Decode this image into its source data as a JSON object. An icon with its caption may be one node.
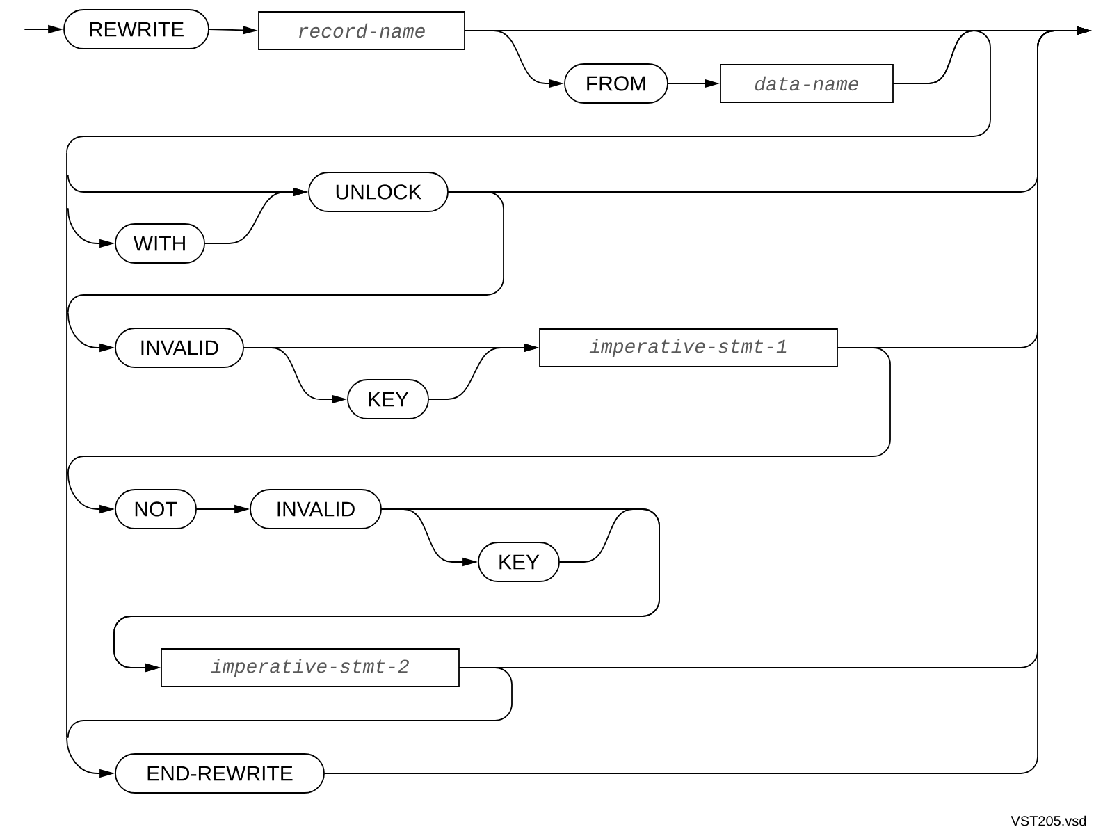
{
  "diagram": {
    "nodes": [
      {
        "text": [
          "REWRITE"
        ]
      },
      {
        "text": [
          "record-name"
        ]
      },
      {
        "text": [
          "FROM"
        ]
      },
      {
        "text": [
          "data-name"
        ]
      },
      {
        "text": [
          "WITH"
        ]
      },
      {
        "text": [
          "UNLOCK"
        ]
      },
      {
        "text": [
          "INVALID"
        ]
      },
      {
        "text": [
          "KEY"
        ]
      },
      {
        "text": [
          "imperative-stmt-1"
        ]
      },
      {
        "text": [
          "NOT"
        ]
      },
      {
        "text": [
          "INVALID"
        ]
      },
      {
        "text": [
          "KEY"
        ]
      },
      {
        "text": [
          "imperative-stmt-2"
        ]
      },
      {
        "text": [
          "END-REWRITE"
        ]
      },
      {
        "text": [],
        "shape": "bar"
      }
    ],
    "edges": [
      {
        "from": null,
        "to": 0,
        "arrow": "to"
      },
      {
        "from": 0,
        "to": 1,
        "arrow": "to"
      },
      {
        "from": 1,
        "to": 2,
        "arrow": "to"
      },
      {
        "from": 2,
        "to": 3,
        "arrow": "to"
      },
      {
        "from": 14,
        "to": 4,
        "arrow": "to"
      },
      {
        "from": 14,
        "to": 5,
        "arrow": "to"
      },
      {
        "from": 4,
        "to": 5,
        "arrow": "to"
      },
      {
        "from": 14,
        "to": 6,
        "arrow": "to"
      },
      {
        "from": 6,
        "to": 7,
        "arrow": "to"
      },
      {
        "from": 6,
        "to": 8,
        "arrow": "to"
      },
      {
        "from": 7,
        "to": 8,
        "arrow": "to"
      },
      {
        "from": 14,
        "to": 9,
        "arrow": "to"
      },
      {
        "from": 9,
        "to": 10,
        "arrow": "to"
      },
      {
        "from": 10,
        "to": 11,
        "arrow": "to"
      },
      {
        "from": 10,
        "to": 12,
        "arrow": "to"
      },
      {
        "from": 11,
        "to": 12,
        "arrow": "to"
      },
      {
        "from": 14,
        "to": 13,
        "arrow": "to"
      },
      {
        "from": 13,
        "to": null,
        "arrow": "to"
      },
      {
        "from": 1,
        "to": null,
        "arrow": "to"
      },
      {
        "from": 3,
        "to": null,
        "arrow": "to"
      },
      {
        "from": 5,
        "to": null,
        "arrow": "to"
      },
      {
        "from": 8,
        "to": null,
        "arrow": "to"
      },
      {
        "from": 12,
        "to": null,
        "arrow": "to"
      },
      {
        "from": 1,
        "to": 14,
        "arrow": "none"
      },
      {
        "from": 3,
        "to": 14,
        "arrow": "none"
      },
      {
        "from": 5,
        "to": 14,
        "arrow": "none"
      },
      {
        "from": 8,
        "to": 14,
        "arrow": "none"
      },
      {
        "from": 12,
        "to": 14,
        "arrow": "none"
      }
    ],
    "labels": [
      "VST205.vsd"
    ]
  }
}
